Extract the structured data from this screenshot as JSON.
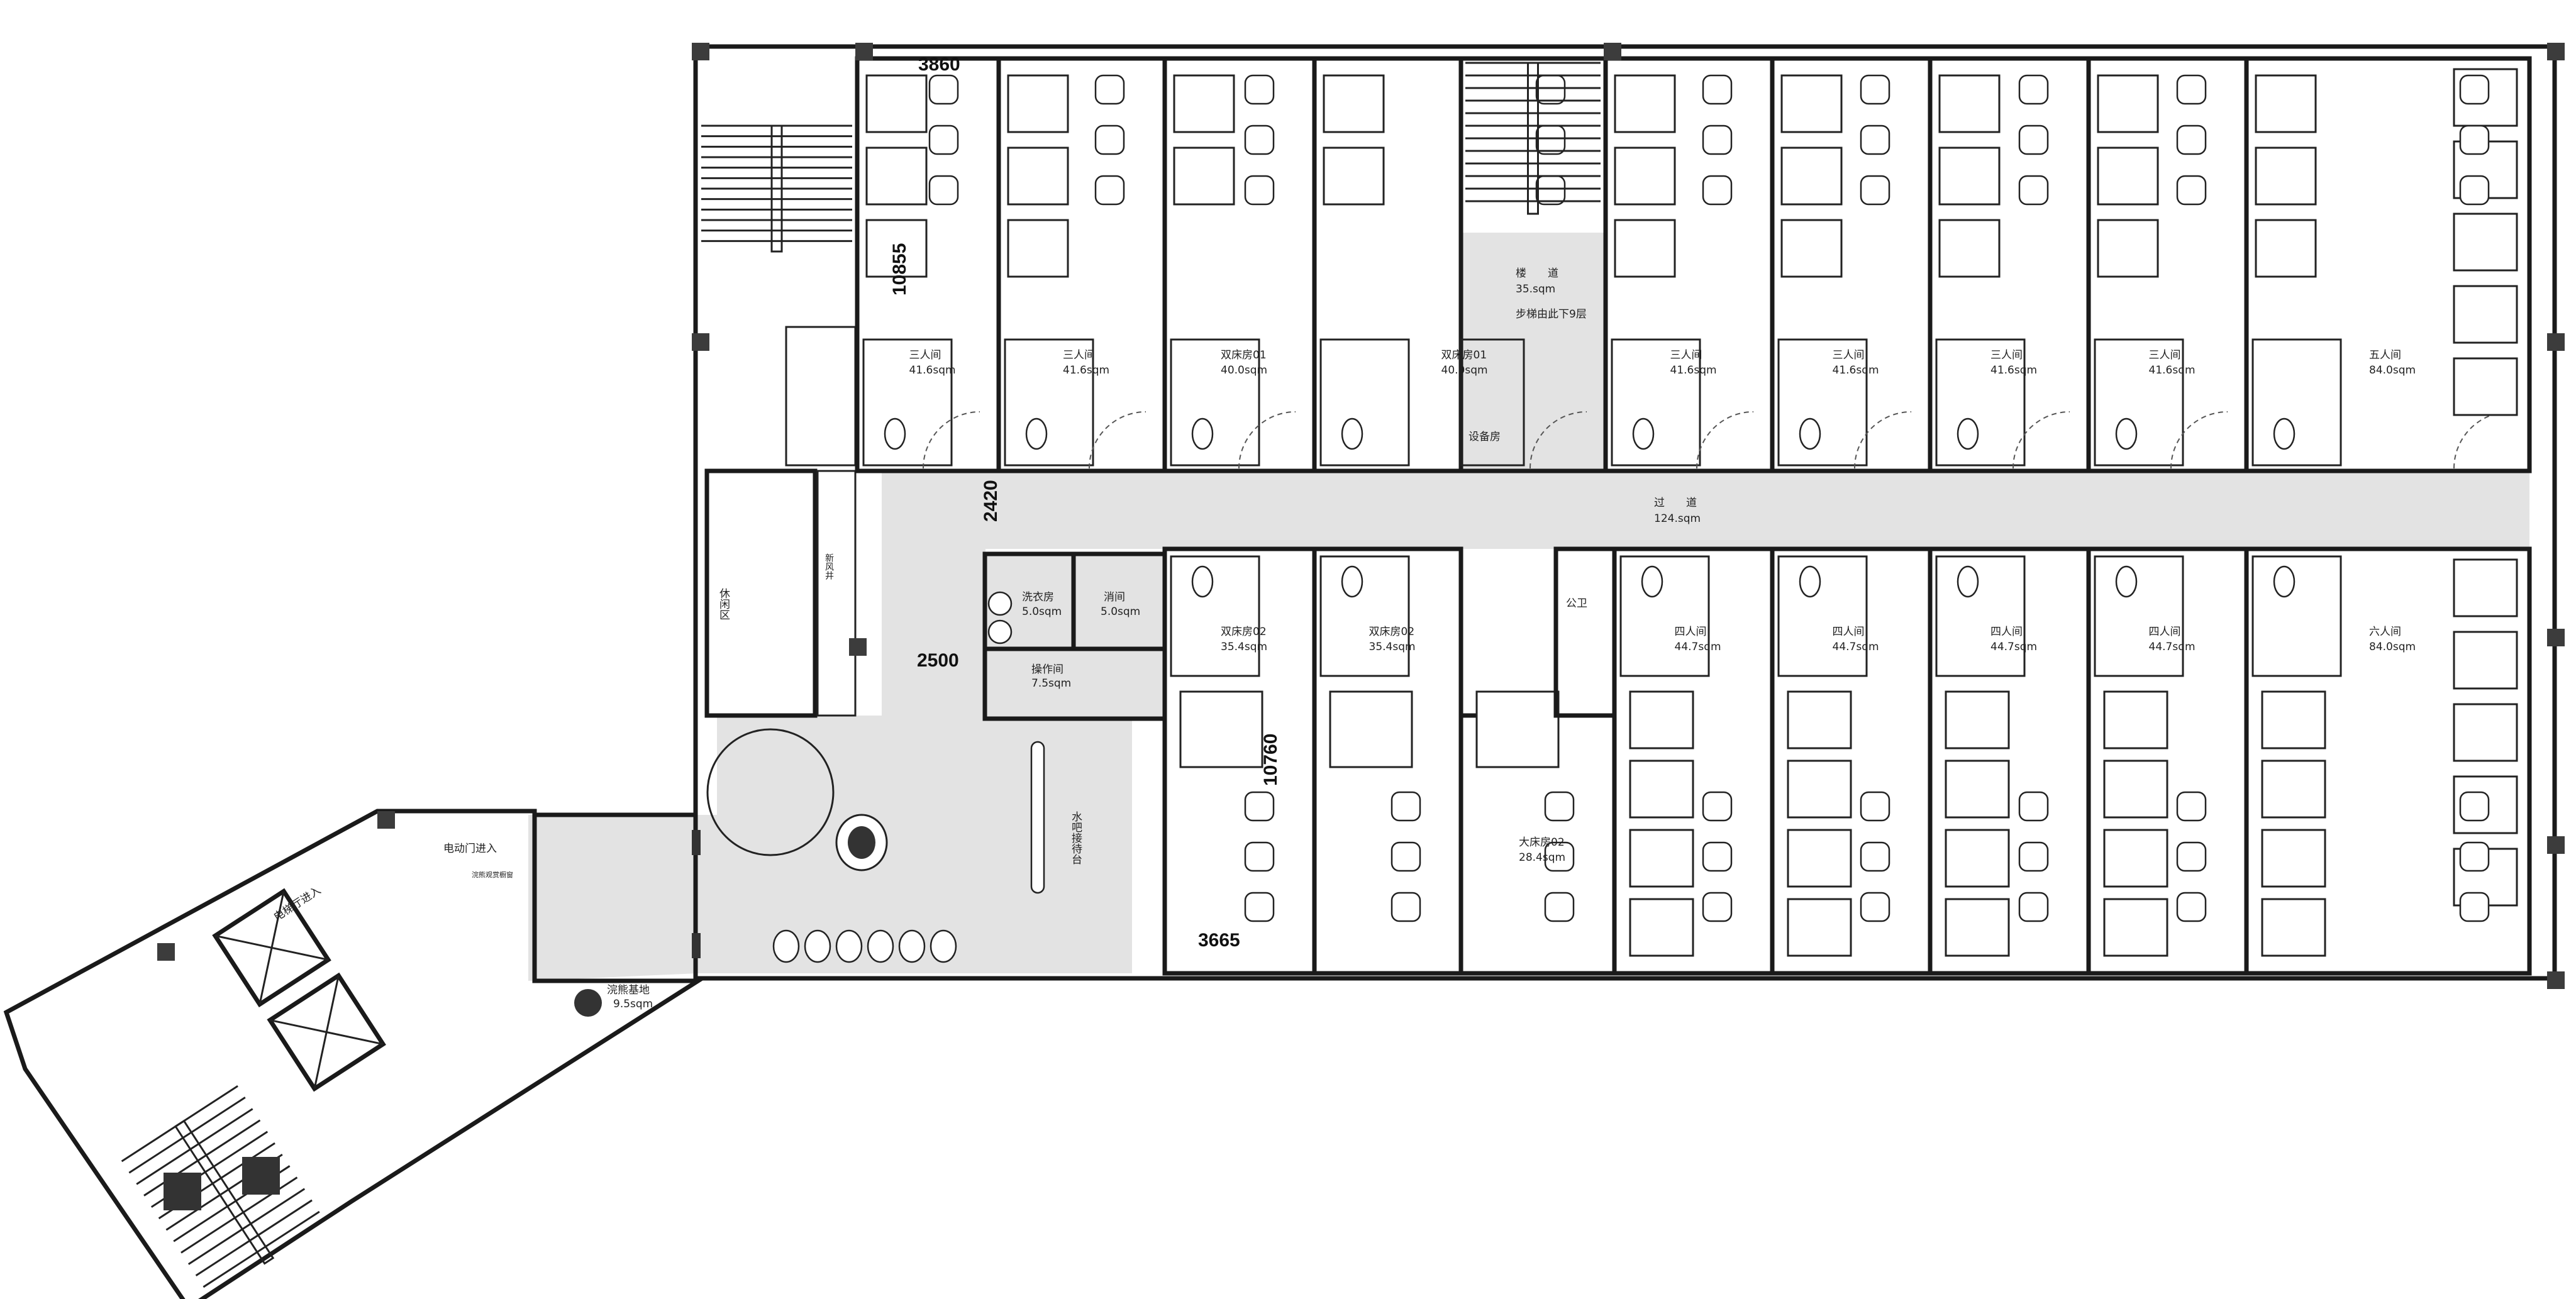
{
  "colors": {
    "corridor": "#e3e3e3",
    "wall": "#1a1a1a",
    "column": "#3c3c3c"
  },
  "dimensions": {
    "top_width": "3860",
    "left_depth": "10855",
    "corridor_width": "2420",
    "lobby_width": "2500",
    "room_depth": "10760",
    "room_width": "3665"
  },
  "top_rooms": [
    {
      "name": "三人间",
      "area": "41.6sqm"
    },
    {
      "name": "三人间",
      "area": "41.6sqm"
    },
    {
      "name": "双床房01",
      "area": "40.0sqm"
    },
    {
      "name": "双床房01",
      "area": "40.0sqm"
    },
    {
      "name": "三人间",
      "area": "41.6sqm"
    },
    {
      "name": "三人间",
      "area": "41.6sqm"
    },
    {
      "name": "三人间",
      "area": "41.6sqm"
    },
    {
      "name": "三人间",
      "area": "41.6sqm"
    },
    {
      "name": "五人间",
      "area": "84.0sqm"
    }
  ],
  "bottom_rooms": [
    {
      "name": "双床房02",
      "area": "35.4sqm"
    },
    {
      "name": "双床房02",
      "area": "35.4sqm"
    },
    {
      "name": "大床房02",
      "area": "28.4sqm"
    },
    {
      "name": "四人间",
      "area": "44.7sqm"
    },
    {
      "name": "四人间",
      "area": "44.7sqm"
    },
    {
      "name": "四人间",
      "area": "44.7sqm"
    },
    {
      "name": "四人间",
      "area": "44.7sqm"
    },
    {
      "name": "六人间",
      "area": "84.0sqm"
    }
  ],
  "service": {
    "stair_name": "楼　　道",
    "stair_area": "35.sqm",
    "stair_note": "步梯由此下9层",
    "equipment": "设备房",
    "corridor_name": "过　　道",
    "corridor_area": "124.sqm",
    "laundry": "洗衣房",
    "laundry_area": "5.0sqm",
    "disinfect": "消间",
    "disinfect_area": "5.0sqm",
    "operation": "操作间",
    "operation_area": "7.5sqm",
    "public_wc": "公卫",
    "lounge": "休闲区",
    "shaft": "新风井",
    "water_bar": "水吧接待台",
    "auto_door": "电动门进入",
    "elevator_entry": "电梯厅进入",
    "raccoon_window": "浣熊观赏橱窗",
    "raccoon_base": "浣熊基地",
    "raccoon_area": "9.5sqm"
  }
}
